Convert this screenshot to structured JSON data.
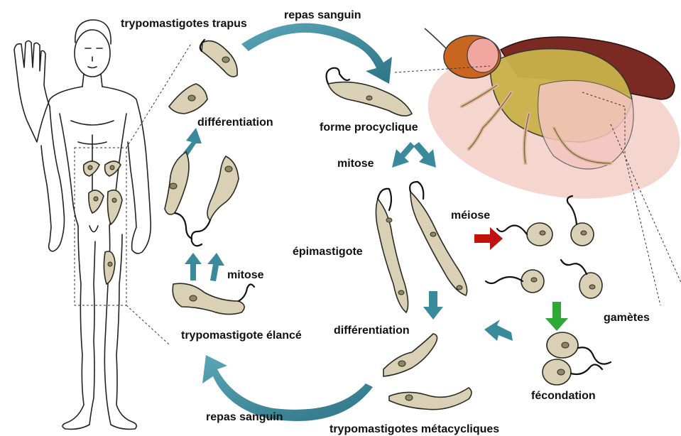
{
  "labels": {
    "trypomastigotes_trapus": "trypomastigotes trapus",
    "repas_sanguin_top": "repas sanguin",
    "forme_procyclique": "forme procyclique",
    "differentiation_left": "différentiation",
    "mitose_top": "mitose",
    "meiose": "méiose",
    "epimastigote": "épimastigote",
    "mitose_left": "mitose",
    "gametes": "gamètes",
    "trypomastigote_elance": "trypomastigote élancé",
    "differentiation_center": "différentiation",
    "fecondation": "fécondation",
    "repas_sanguin_bottom": "repas sanguin",
    "trypomastigotes_metacycliques": "trypomastigotes métacycliques"
  },
  "colors": {
    "teal_arrow": "#3a8a9c",
    "red_arrow": "#c0130f",
    "green_arrow": "#2fa83a",
    "fly_halo": "#f4d6cf",
    "parasite_fill": "#d9d0b6",
    "parasite_nucleus": "#8f8763"
  }
}
